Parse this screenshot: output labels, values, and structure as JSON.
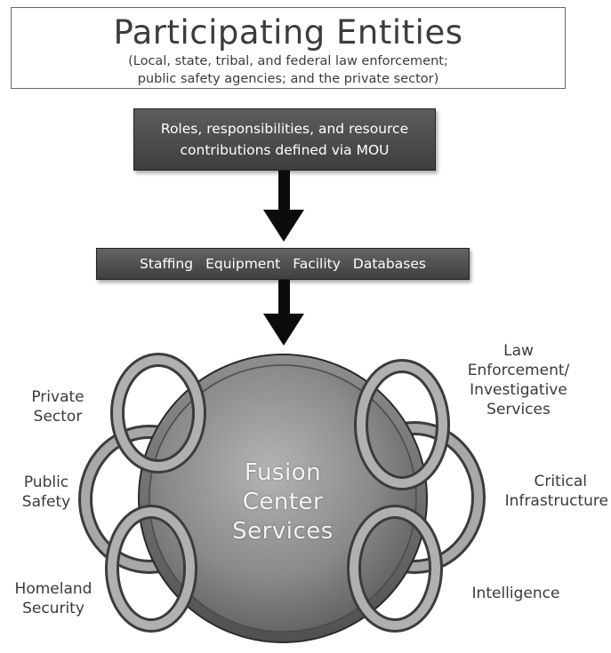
{
  "header": {
    "title": "Participating Entities",
    "subtitle_line1": "(Local, state, tribal, and federal law enforcement;",
    "subtitle_line2": "public safety agencies; and the private sector)"
  },
  "mou": {
    "line1": "Roles, responsibilities, and resource",
    "line2": "contributions defined via MOU"
  },
  "resources": [
    "Staffing",
    "Equipment",
    "Facility",
    "Databases"
  ],
  "center": {
    "line1": "Fusion",
    "line2": "Center",
    "line3": "Services"
  },
  "services": {
    "private_sector": [
      "Private",
      "Sector"
    ],
    "public_safety": [
      "Public",
      "Safety"
    ],
    "homeland_security": [
      "Homeland",
      "Security"
    ],
    "law_enforcement": [
      "Law",
      "Enforcement/",
      "Investigative",
      "Services"
    ],
    "critical_infrastructure": [
      "Critical",
      "Infrastructure"
    ],
    "intelligence": [
      "Intelligence"
    ]
  },
  "colors": {
    "box_dark": "#4a4a4a",
    "arrow": "#0c0c0c",
    "circle_fill": "#8c8c8c",
    "ring": "#9a9a9a"
  }
}
